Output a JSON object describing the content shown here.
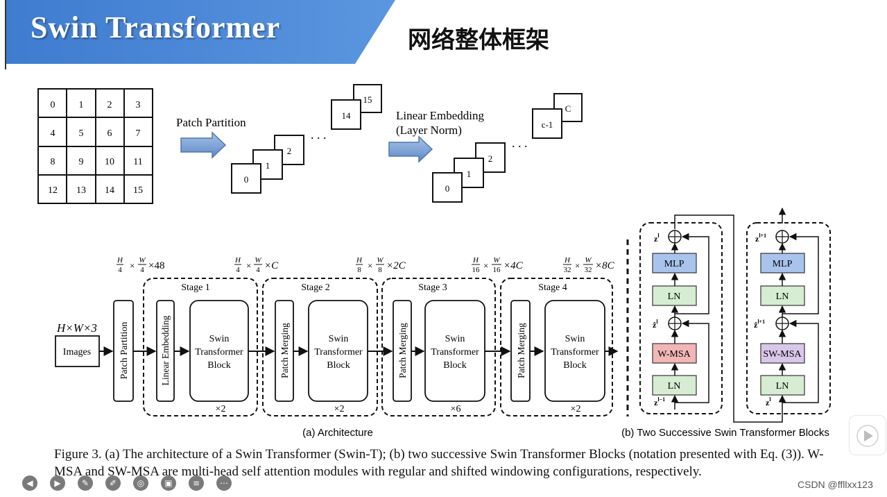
{
  "header": {
    "title": "Swin Transformer",
    "section_title": "网络整体框架",
    "accent_color": "#4a86d4"
  },
  "grid": {
    "cells": [
      "0",
      "1",
      "2",
      "3",
      "4",
      "5",
      "6",
      "7",
      "8",
      "9",
      "10",
      "11",
      "12",
      "13",
      "14",
      "15"
    ]
  },
  "patch_partition": {
    "label": "Patch Partition",
    "patches": [
      "0",
      "1",
      "2"
    ],
    "last_patches": [
      "14",
      "15"
    ]
  },
  "linear_embedding": {
    "label_line1": "Linear Embedding",
    "label_line2": "(Layer Norm)",
    "patches": [
      "0",
      "1",
      "2"
    ],
    "last_patches": [
      "c-1",
      "C"
    ]
  },
  "architecture": {
    "input_dims": "H×W×3",
    "input_label": "Images",
    "patch_partition_label": "Patch Partition",
    "linear_embedding_label": "Linear Embedding",
    "patch_merging_label": "Patch Merging",
    "block_label": [
      "Swin",
      "Transformer",
      "Block"
    ],
    "caption": "(a) Architecture",
    "dims": [
      {
        "num1": "H",
        "den1": "4",
        "num2": "W",
        "den2": "4",
        "suffix": "×48"
      },
      {
        "num1": "H",
        "den1": "4",
        "num2": "W",
        "den2": "4",
        "suffix": "×C"
      },
      {
        "num1": "H",
        "den1": "8",
        "num2": "W",
        "den2": "8",
        "suffix": "×2C"
      },
      {
        "num1": "H",
        "den1": "16",
        "num2": "W",
        "den2": "16",
        "suffix": "×4C"
      },
      {
        "num1": "H",
        "den1": "32",
        "num2": "W",
        "den2": "32",
        "suffix": "×8C"
      }
    ],
    "stages": [
      {
        "name": "Stage 1",
        "repeat": "×2"
      },
      {
        "name": "Stage 2",
        "repeat": "×2"
      },
      {
        "name": "Stage 3",
        "repeat": "×6"
      },
      {
        "name": "Stage 4",
        "repeat": "×2"
      }
    ]
  },
  "blocks": {
    "caption": "(b) Two Successive Swin Transformer Blocks",
    "left": {
      "mlp": "MLP",
      "ln_top": "LN",
      "msa": "W-MSA",
      "ln_bottom": "LN",
      "z_out": "z",
      "z_out_sup": "l",
      "z_mid": "ẑ",
      "z_mid_sup": "l",
      "z_in": "z",
      "z_in_sup": "l−1"
    },
    "right": {
      "mlp": "MLP",
      "ln_top": "LN",
      "msa": "SW-MSA",
      "ln_bottom": "LN",
      "z_out": "z",
      "z_out_sup": "l+1",
      "z_mid": "ẑ",
      "z_mid_sup": "l+1",
      "z_in": "z",
      "z_in_sup": "l"
    },
    "colors": {
      "mlp": "#a9c4ec",
      "ln": "#d6ecd3",
      "wmsa": "#f2b6b6",
      "swmsa": "#d9c7ea"
    }
  },
  "caption": {
    "text": "Figure 3. (a) The architecture of a Swin Transformer (Swin-T); (b) two successive Swin Transformer Blocks (notation presented with Eq. (3)). W-MSA and SW-MSA are multi-head self attention modules with regular and shifted windowing configurations, respectively."
  },
  "watermark": "CSDN @ffllxx123",
  "controls": [
    {
      "icon": "prev-icon",
      "glyph": "◀"
    },
    {
      "icon": "next-icon",
      "glyph": "▶"
    },
    {
      "icon": "pen-icon",
      "glyph": "✎"
    },
    {
      "icon": "eraser-icon",
      "glyph": "✐"
    },
    {
      "icon": "screenshot-icon",
      "glyph": "◎"
    },
    {
      "icon": "camera-icon",
      "glyph": "▣"
    },
    {
      "icon": "comment-icon",
      "glyph": "≡"
    },
    {
      "icon": "more-icon",
      "glyph": "⋯"
    }
  ]
}
